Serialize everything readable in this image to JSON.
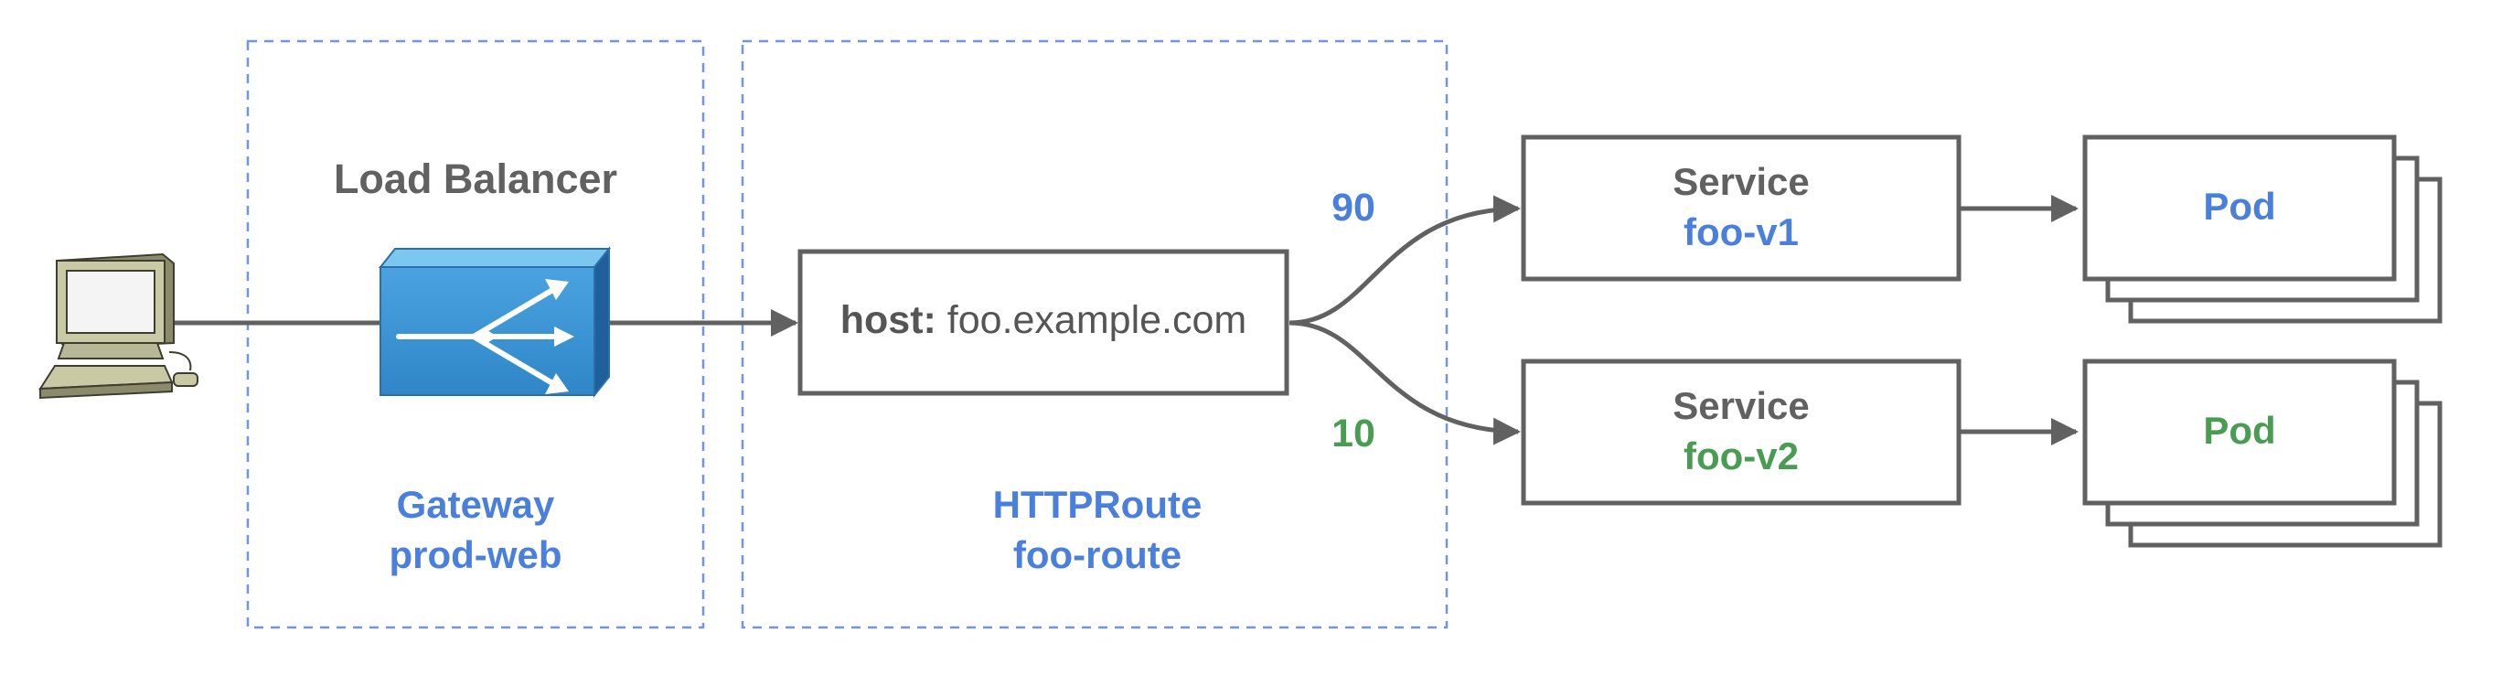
{
  "load_balancer": {
    "title": "Load Balancer"
  },
  "gateway": {
    "kind": "Gateway",
    "name": "prod-web"
  },
  "httproute": {
    "kind": "HTTPRoute",
    "name": "foo-route",
    "host_label": "host:",
    "host_value": "foo.example.com"
  },
  "weights": {
    "top": "90",
    "bottom": "10"
  },
  "services": [
    {
      "kind": "Service",
      "name": "foo-v1"
    },
    {
      "kind": "Service",
      "name": "foo-v2"
    }
  ],
  "pods": [
    {
      "label": "Pod"
    },
    {
      "label": "Pod"
    }
  ],
  "colors": {
    "blue": "#4a7fdb",
    "green": "#4a9c52",
    "gray_text": "#616161",
    "line": "#616161",
    "dash": "#6f95e8"
  },
  "icons": {
    "client": "computer-icon",
    "load_balancer": "load-balancer-icon"
  }
}
